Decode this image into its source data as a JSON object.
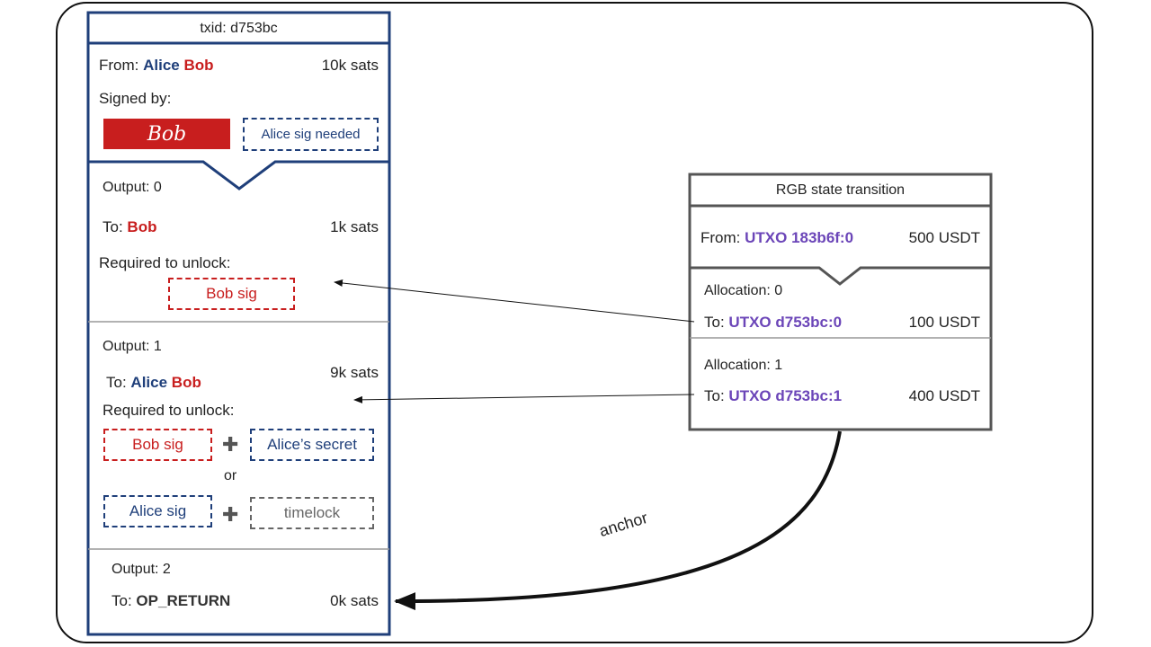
{
  "tx": {
    "title": "txid: d753bc",
    "from_label": "From:",
    "from_alice": "Alice",
    "from_bob": "Bob",
    "from_amount": "10k sats",
    "signed_by": "Signed by:",
    "bob_signature": "Bob",
    "alice_sig_needed": "Alice sig needed",
    "outputs": [
      {
        "label": "Output: 0",
        "to_label": "To:",
        "to_bob": "Bob",
        "amount": "1k sats",
        "required": "Required to unlock:",
        "cond": "Bob sig"
      },
      {
        "label": "Output: 1",
        "to_label": "To:",
        "to_alice": "Alice",
        "to_bob": "Bob",
        "amount": "9k sats",
        "required": "Required to unlock:",
        "cond_bob": "Bob sig",
        "cond_secret": "Alice’s secret",
        "or": "or",
        "cond_alice": "Alice sig",
        "cond_timelock": "timelock"
      },
      {
        "label": "Output: 2",
        "to_label": "To:",
        "to_target": "OP_RETURN",
        "amount": "0k sats"
      }
    ]
  },
  "rgb": {
    "title": "RGB state transition",
    "from_label": "From:",
    "from_utxo": "UTXO 183b6f:0",
    "from_amount": "500 USDT",
    "allocations": [
      {
        "label": "Allocation: 0",
        "to_label": "To:",
        "utxo": "UTXO d753bc:0",
        "amount": "100 USDT"
      },
      {
        "label": "Allocation: 1",
        "to_label": "To:",
        "utxo": "UTXO d753bc:1",
        "amount": "400 USDT"
      }
    ]
  },
  "anchor_label": "anchor",
  "colors": {
    "navy": "#1f3f7a",
    "red": "#c81e1e",
    "purple": "#6b45b8",
    "gray_border": "#555555"
  }
}
